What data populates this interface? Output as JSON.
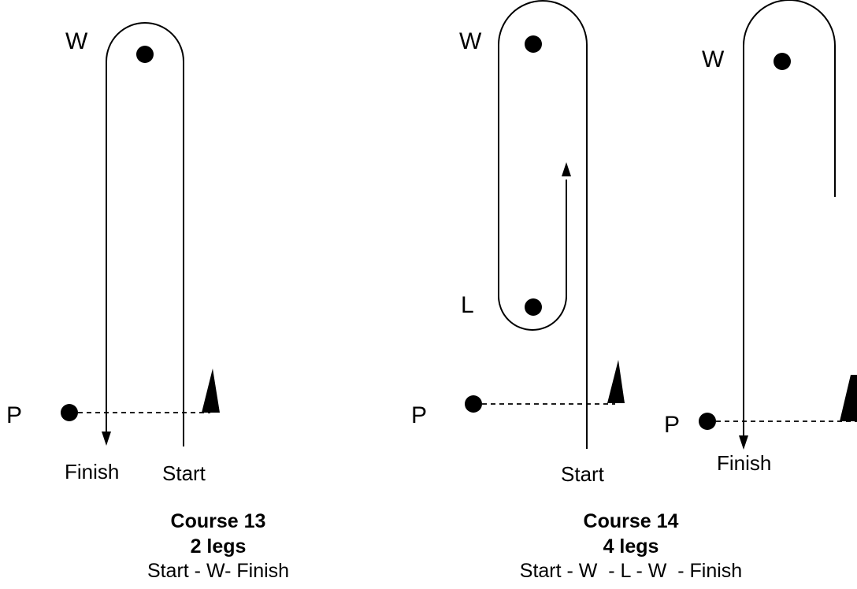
{
  "colors": {
    "ink": "#000000",
    "background": "#ffffff"
  },
  "course13": {
    "mark_windward": "W",
    "mark_pin": "P",
    "finish_label": "Finish",
    "start_label": "Start",
    "caption_title": "Course 13",
    "caption_legs": "2 legs",
    "caption_route": "Start - W- Finish"
  },
  "course14": {
    "mark_windward_1": "W",
    "mark_leeward": "L",
    "mark_pin_1": "P",
    "start_label": "Start",
    "mark_windward_2": "W",
    "mark_pin_2": "P",
    "finish_label": "Finish",
    "caption_title": "Course 14",
    "caption_legs": "4 legs",
    "caption_route": "Start - W  - L - W  - Finish"
  }
}
